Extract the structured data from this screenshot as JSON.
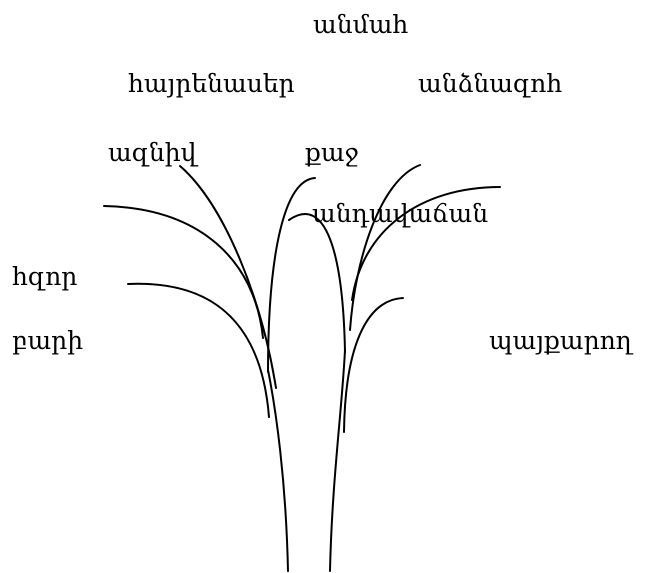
{
  "words": {
    "anmah": "անմահ",
    "hayrenaser": "հայրենասեր",
    "anandznazoh": "անձնազոհ",
    "azniv": "ազնիվ",
    "kaj": "քաջ",
    "andavachan": "անդավաճան",
    "hzor": "հզոր",
    "bari": "բարի",
    "payqarogh": "պայքարող"
  },
  "colors": {
    "ink": "#000000",
    "background": "#ffffff"
  }
}
